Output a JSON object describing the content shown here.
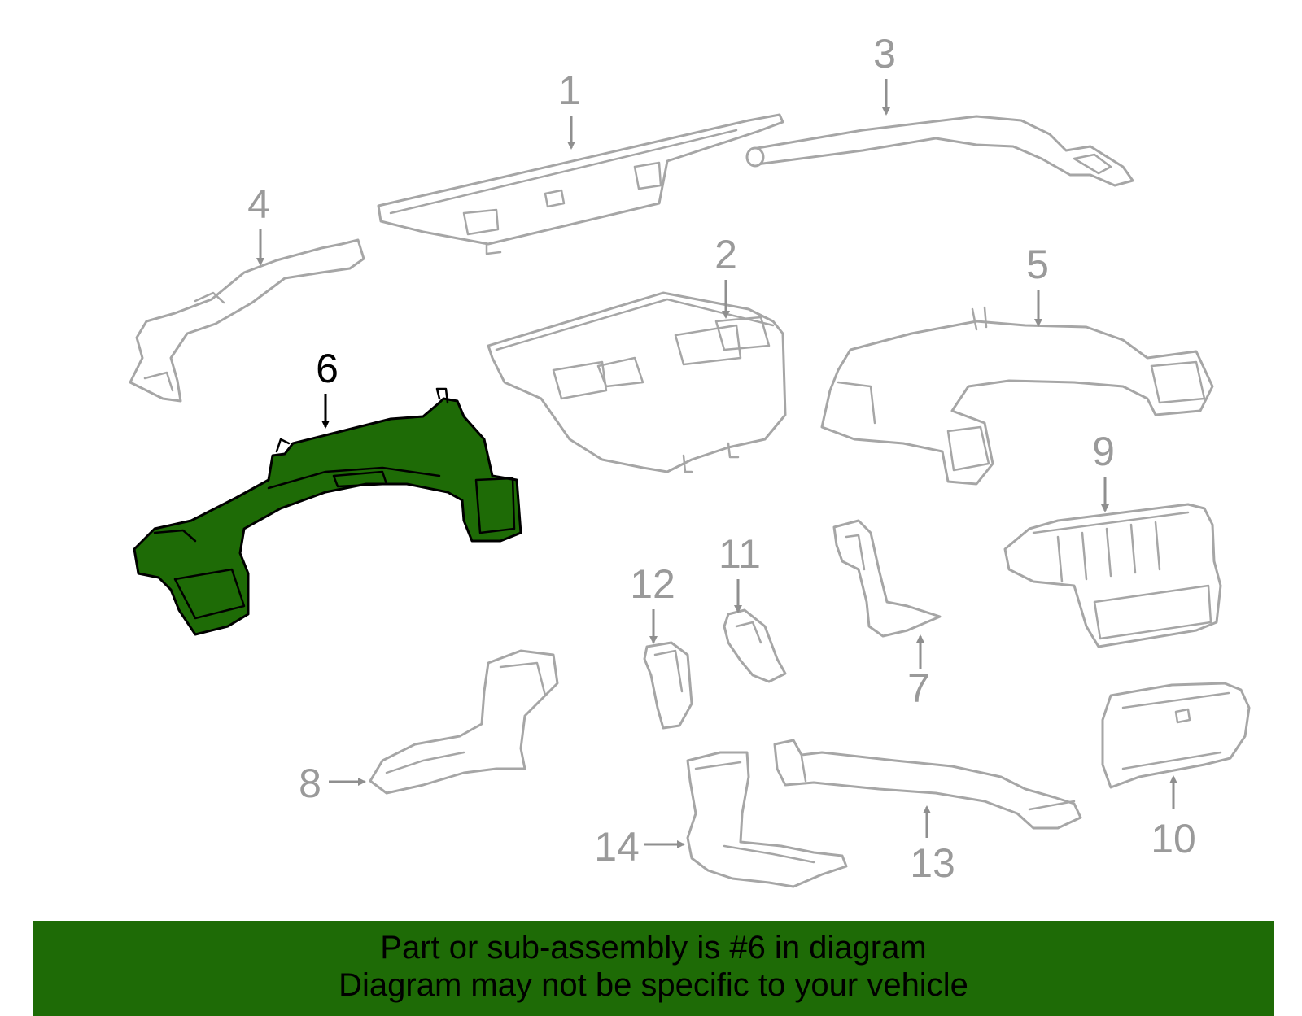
{
  "diagram": {
    "callouts": [
      "1",
      "2",
      "3",
      "4",
      "5",
      "6",
      "7",
      "8",
      "9",
      "10",
      "11",
      "12",
      "13",
      "14"
    ],
    "highlighted_part": "6",
    "highlight_color": "#1e6b06",
    "part_color": "#a6a6a6"
  },
  "banner": {
    "line1": "Part or sub-assembly is #6 in diagram",
    "line2": "Diagram may not be specific to your vehicle",
    "background": "#1e6b06"
  }
}
